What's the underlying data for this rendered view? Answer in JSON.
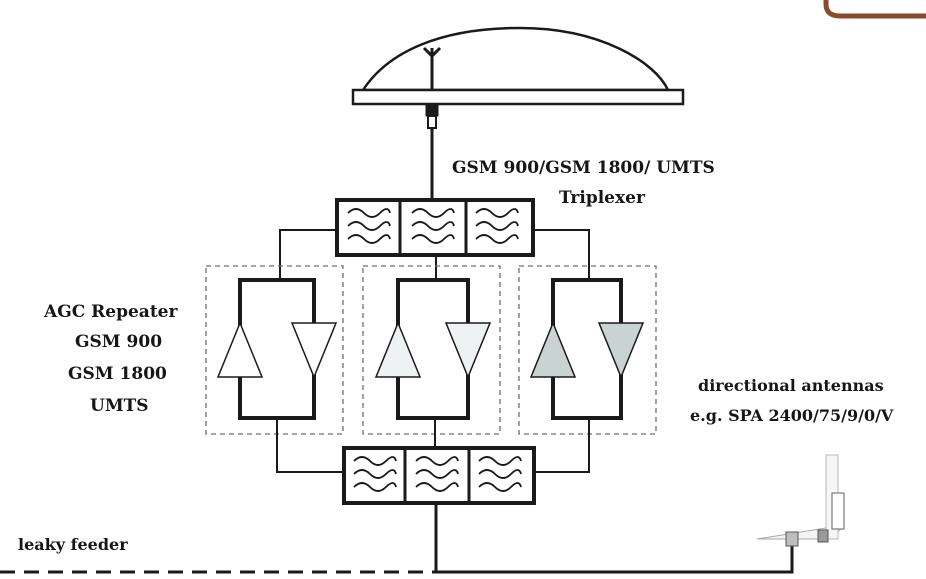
{
  "labels": {
    "triplexer_line1": "GSM 900/GSM 1800/ UMTS",
    "triplexer_line2": "Triplexer",
    "repeater_title": "AGC Repeater",
    "repeater_band1": "GSM 900",
    "repeater_band2": "GSM 1800",
    "repeater_band3": "UMTS",
    "antennas_line1": "directional antennas",
    "antennas_line2": "e.g. SPA 2400/75/9/0/V",
    "leaky_feeder": "leaky feeder"
  },
  "colors": {
    "line": "#1a1a1a",
    "dashed_box": "#6f6f6f",
    "amplifier_fill_light": "#e4eaea",
    "amplifier_fill_mid": "#c9d4d2",
    "corner_accent": "#8a4b2a",
    "background": "#ffffff"
  },
  "icons": {
    "roof_antenna": "roof-antenna-icon",
    "filter": "bandpass-filter-icon",
    "amplifier": "amplifier-triangle-icon",
    "panel_antenna": "directional-antenna-icon"
  }
}
